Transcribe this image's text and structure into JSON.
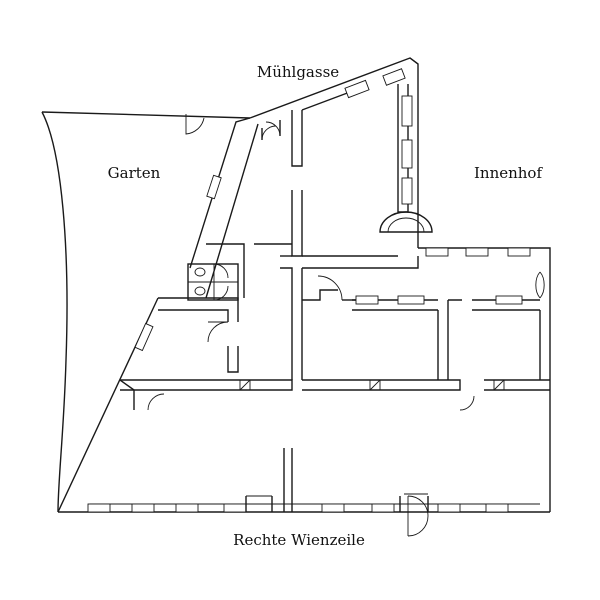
{
  "plan": {
    "labels": {
      "muehlgasse": "Mühlgasse",
      "garten": "Garten",
      "innenhof": "Innenhof",
      "rechte_wienzeile": "Rechte Wienzeile"
    }
  }
}
